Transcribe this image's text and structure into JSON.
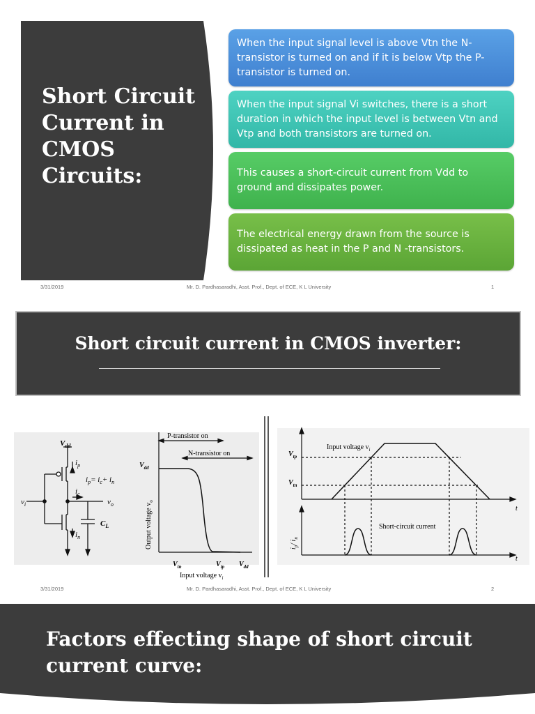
{
  "slide1": {
    "title": "Short Circuit Current in CMOS Circuits:",
    "bullets": [
      "When the input signal level is above Vtn the N-transistor is turned on and if it is below Vtp  the P-transistor is turned on.",
      "When the input signal Vi switches, there is a short duration in which the input level is between Vtn and Vtp and both transistors are turned on.",
      "This causes a short-circuit current from Vdd to ground and dissipates power.",
      "The electrical energy drawn from the source is dissipated as heat in the P and N -transistors."
    ],
    "footer": {
      "date": "3/31/2019",
      "author": "Mr. D. Pardhasaradhi, Asst. Prof., Dept. of ECE, K L University",
      "page": "1"
    }
  },
  "slide2": {
    "title": "Short circuit current in CMOS inverter:",
    "circuit": {
      "vdd": "V",
      "vdd_sub": "dd",
      "ip": "i",
      "ip_sub": "p",
      "eq": "i",
      "eq_p": "p",
      "eq_eq": "= i",
      "eq_c": "c",
      "eq_plus": "+ i",
      "eq_n": "n",
      "ic": "i",
      "ic_sub": "c",
      "vi": "v",
      "vi_sub": "i",
      "vo": "v",
      "vo_sub": "o",
      "cl": "C",
      "cl_sub": "L",
      "in": "i",
      "in_sub": "n"
    },
    "transfer": {
      "p_on": "P-transistor on",
      "n_on": "N-transistor on",
      "vdd": "V",
      "vdd_sub": "dd",
      "ylabel": "Output voltage v",
      "ylabel_sub": "o",
      "vtn": "V",
      "vtn_sub": "tn",
      "vtp": "V",
      "vtp_sub": "tp",
      "vdd_x": "V",
      "vdd_x_sub": "dd",
      "xlabel": "Input voltage v",
      "xlabel_sub": "i"
    },
    "timing": {
      "input_label": "Input voltage v",
      "input_sub": "i",
      "vtp": "V",
      "vtp_sub": "tp",
      "vtn": "V",
      "vtn_sub": "tn",
      "t": "t",
      "ylabel": "i",
      "ylabel_rest": "p",
      "ylabel_sep": "/ i",
      "ylabel_n": "n",
      "current_label": "Short-circuit current",
      "t2": "t"
    },
    "footer": {
      "date": "3/31/2019",
      "author": "Mr. D. Pardhasaradhi, Asst. Prof., Dept. of ECE, K L University",
      "page": "2"
    }
  },
  "slide3": {
    "title": "Factors effecting shape of short circuit current curve:"
  },
  "colors": {
    "dark_panel": "#3c3c3c",
    "bullet_blue": "#4a8fdc",
    "bullet_teal": "#3fc4b4",
    "bullet_green": "#4cc15a",
    "bullet_olive": "#6bb340"
  }
}
